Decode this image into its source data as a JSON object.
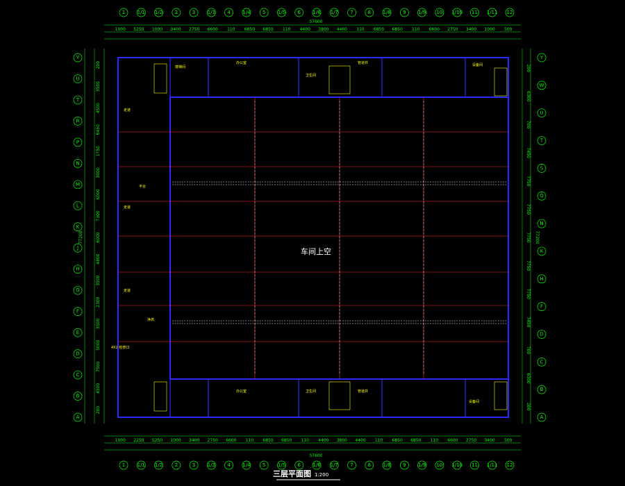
{
  "drawing": {
    "title": "三层平面图",
    "scale": "1:200",
    "center_label": "车间上空"
  },
  "axes": {
    "columns": [
      "1",
      "1/1",
      "1/2",
      "2",
      "3",
      "1/3",
      "4",
      "1/4",
      "5",
      "1/5",
      "6",
      "1/6",
      "1/7",
      "7",
      "8",
      "1/8",
      "9",
      "1/9",
      "10",
      "1/10",
      "11",
      "1/11",
      "12"
    ],
    "rows_left": [
      "Y",
      "U",
      "T",
      "R",
      "P",
      "N",
      "M",
      "L",
      "K",
      "J",
      "H",
      "G",
      "F",
      "E",
      "D",
      "C",
      "B",
      "A"
    ],
    "rows_right": [
      "Y",
      "W",
      "U",
      "T",
      "S",
      "Q",
      "N",
      "K",
      "H",
      "F",
      "D",
      "C",
      "B",
      "A"
    ]
  },
  "dimensions": {
    "top_total": "57600",
    "bottom_total": "57600",
    "left_total": "77200",
    "right_total": "77200",
    "top_segments": [
      "1000",
      "5250",
      "1000",
      "3400",
      "2750",
      "6600",
      "110",
      "6850",
      "6850",
      "110",
      "4400",
      "3800",
      "4400",
      "110",
      "6850",
      "6850",
      "110",
      "6600",
      "2750",
      "3400",
      "1000",
      "500"
    ],
    "bottom_segments": [
      "1000",
      "2250",
      "5250",
      "1000",
      "3400",
      "2750",
      "6600",
      "110",
      "6850",
      "6850",
      "110",
      "4400",
      "3800",
      "4400",
      "110",
      "6850",
      "6850",
      "110",
      "6600",
      "2750",
      "3400",
      "500"
    ],
    "left_segments": [
      "200",
      "3500",
      "4500",
      "6450",
      "1750",
      "3000",
      "6000",
      "7300",
      "6000",
      "4800",
      "3500",
      "2300",
      "3500",
      "5000",
      "7500",
      "4500",
      "200"
    ],
    "right_segments": [
      "200",
      "6300",
      "700",
      "7450",
      "7750",
      "7750",
      "7750",
      "7750",
      "7750",
      "7450",
      "700",
      "6300",
      "200"
    ]
  },
  "room_labels": {
    "stair": "楼梯间",
    "corridor": "走道",
    "shaft": "管道井",
    "toilet": "卫生间",
    "office": "办公室",
    "platform": "平台",
    "equipment": "设备间",
    "note_a": "净高",
    "note_b": "4X2 检修口"
  },
  "colors": {
    "background": "#000000",
    "axis": "#00ff00",
    "wall": "#0000ff",
    "gridline": "#ff0000",
    "column": "#ffffff",
    "annotation": "#ffff00",
    "title": "#ffffff"
  }
}
